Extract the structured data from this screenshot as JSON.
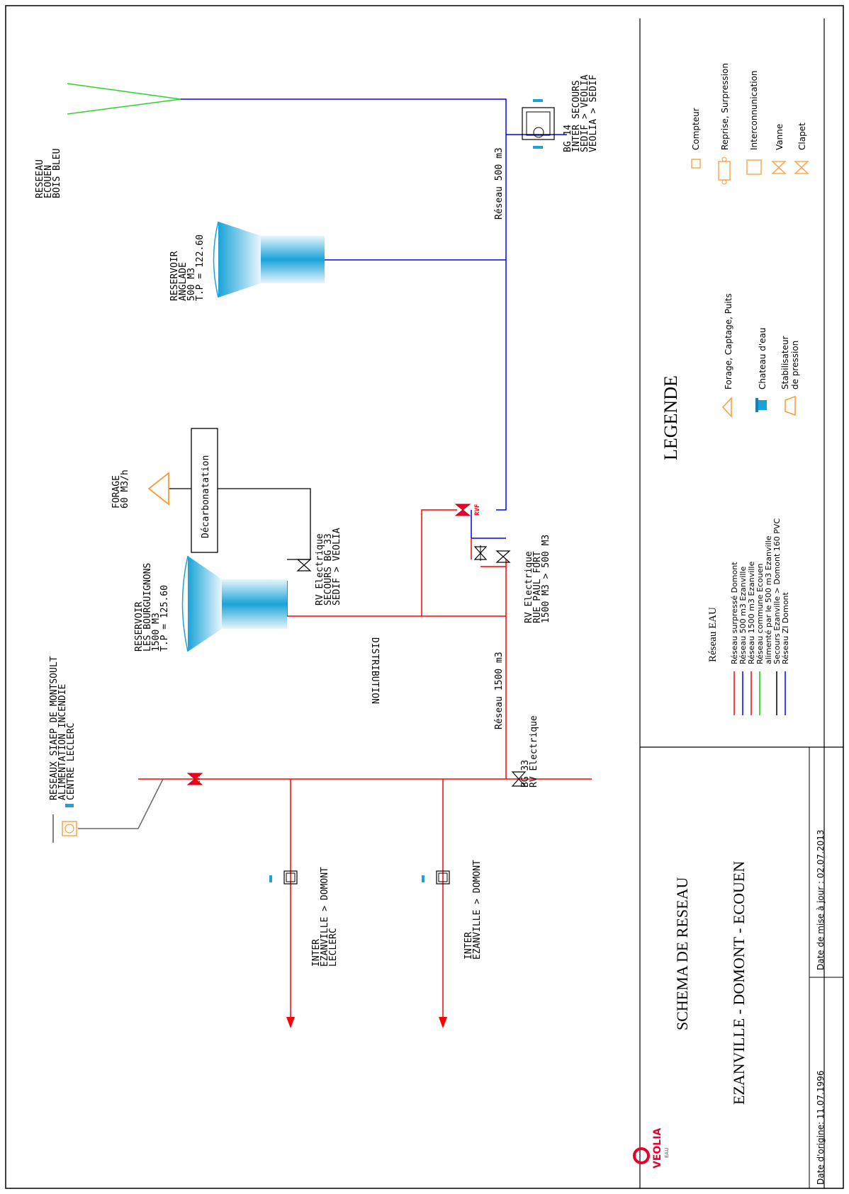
{
  "frame": {
    "title": "SCHEMA DE RESEAU",
    "subtitle": "EZANVILLE - DOMONT - ECOUEN"
  },
  "logo": {
    "name": "VEOLIA",
    "sub": "EAU"
  },
  "dates": {
    "origin": "Date d'origine: 11.07.1996",
    "update": "Date de mise à jour : 02.07.2013"
  },
  "legend": {
    "title": "LEGENDE",
    "reseau_title": "Réseau EAU",
    "lines": [
      {
        "label": "Réseau surpressé Domont",
        "color": "#ff0000"
      },
      {
        "label": "Réseau 500 m3 Ezanville",
        "color": "#0000ff"
      },
      {
        "label": "Réseau 1500 m3 Ezanville",
        "color": "#ff0000"
      },
      {
        "label": "Réseau commune Ecouen",
        "color": "#00cc00"
      },
      {
        "label": "alimenté par le 500 m3 Ezanville",
        "color": ""
      },
      {
        "label": "Secours Ezanville > Domont 160 PVC",
        "color": "#000000"
      },
      {
        "label": "Réseau ZI Domont",
        "color": "#0000ff"
      }
    ],
    "symbols": [
      {
        "label": "Forage, Captage, Puits",
        "icon": "triangle-icon"
      },
      {
        "label": "Chateau d'eau",
        "icon": "water-tower-icon"
      },
      {
        "label": "Stabilisateur",
        "label2": "de pression",
        "icon": "trapezoid-icon"
      },
      {
        "label": "Compteur",
        "icon": "meter-icon"
      },
      {
        "label": "Reprise, Surpression",
        "icon": "pump-icon"
      },
      {
        "label": "Interconnunication",
        "icon": "square-icon"
      },
      {
        "label": "Vanne",
        "icon": "valve-icon"
      },
      {
        "label": "Clapet",
        "icon": "check-valve-icon"
      }
    ]
  },
  "diagram": {
    "reseau_ecouen": [
      "RESEEAU",
      "ECOUEN",
      "BOIS BLEU"
    ],
    "reservoir_anglade": [
      "RESERVOIR",
      "ANGLADE",
      "500 M3",
      "T.P = 122.60"
    ],
    "bg14": [
      "BG 14",
      "INTER SECOURS",
      "SEDIF > VEOLIA",
      "VEOLIA > SEDIF"
    ],
    "reseau_500": "Réseau 500 m3",
    "forage": [
      "FORAGE",
      "60 M3/h"
    ],
    "decarbonatation": "Décarbonatation",
    "reservoir_bourguignons": [
      "RESERVOIR",
      "LES BOURGUIGNONS",
      "1500 M3",
      "T.P = 125.60"
    ],
    "rv_secours": [
      "RV Electrique",
      "SECOURS BG 33",
      "SEDIF > VEOLIA"
    ],
    "rv_paul_fort": [
      "RV Electrique",
      "RUE PAUL FORT",
      "1500 M3 > 500 M3"
    ],
    "distribution": "DISTRIBUTION",
    "reseau_1500": "Réseau 1500 m3",
    "bg33": [
      "BG 33",
      "RV Electrique"
    ],
    "rvf": "RVF",
    "siaep": [
      "RESEAUX SIAEP DE MONTSOULT",
      "ALIMENTATION INCENDIE",
      "CENTRE LECLERC"
    ],
    "inter_leclerc": [
      "INTER",
      "EZANVILLE > DOMONT",
      "LECLERC"
    ],
    "inter_domont": [
      "INTER",
      "EZANVILLE > DOMONT"
    ]
  }
}
